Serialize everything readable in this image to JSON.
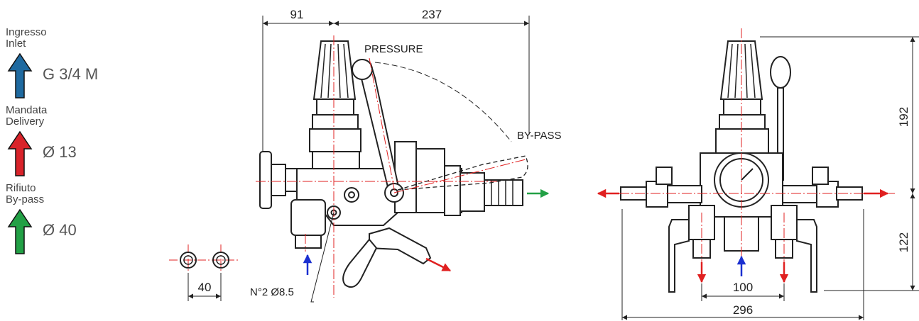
{
  "legend": [
    {
      "label1": "Ingresso",
      "label2": "Inlet",
      "value": "G 3/4 M",
      "color": "#1f6aa0"
    },
    {
      "label1": "Mandata",
      "label2": "Delivery",
      "value": "Ø 13",
      "color": "#d9232a"
    },
    {
      "label1": "Rifiuto",
      "label2": "By-pass",
      "value": "Ø 40",
      "color": "#22a045"
    }
  ],
  "dims": {
    "d91": "91",
    "d237": "237",
    "d40": "40",
    "d192": "192",
    "d122": "122",
    "d100": "100",
    "d296": "296"
  },
  "labels": {
    "pressure": "PRESSURE",
    "bypass": "BY-PASS",
    "holes": "N°2 Ø8.5"
  },
  "colors": {
    "centerline": "#e02020",
    "inlet_arrow": "#1a2fd0",
    "delivery_arrow": "#e02020",
    "bypass_arrow": "#22a045",
    "line": "#222222"
  }
}
